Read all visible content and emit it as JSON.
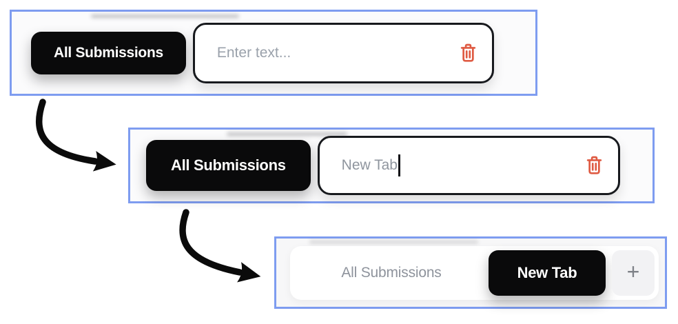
{
  "flow_title": "tab-rename-flow",
  "colors": {
    "panel_border": "#7e9cf0",
    "active_tab_bg": "#0a0a0b",
    "active_tab_text": "#ffffff",
    "inactive_tab_text": "#8e939c",
    "placeholder_text": "#9aa1ab",
    "typed_text": "#8f959e",
    "delete_icon": "#df5b43",
    "input_border": "#17191d",
    "arrow": "#0b0b0b",
    "add_button_bg": "#f2f2f4",
    "add_button_icon": "#7e8187"
  },
  "step1": {
    "tab_label": "All Submissions",
    "input_placeholder": "Enter text..."
  },
  "step2": {
    "tab_label": "All Submissions",
    "input_value": "New Tab"
  },
  "step3": {
    "inactive_tab_label": "All Submissions",
    "active_tab_label": "New Tab",
    "add_button_label": "+"
  }
}
